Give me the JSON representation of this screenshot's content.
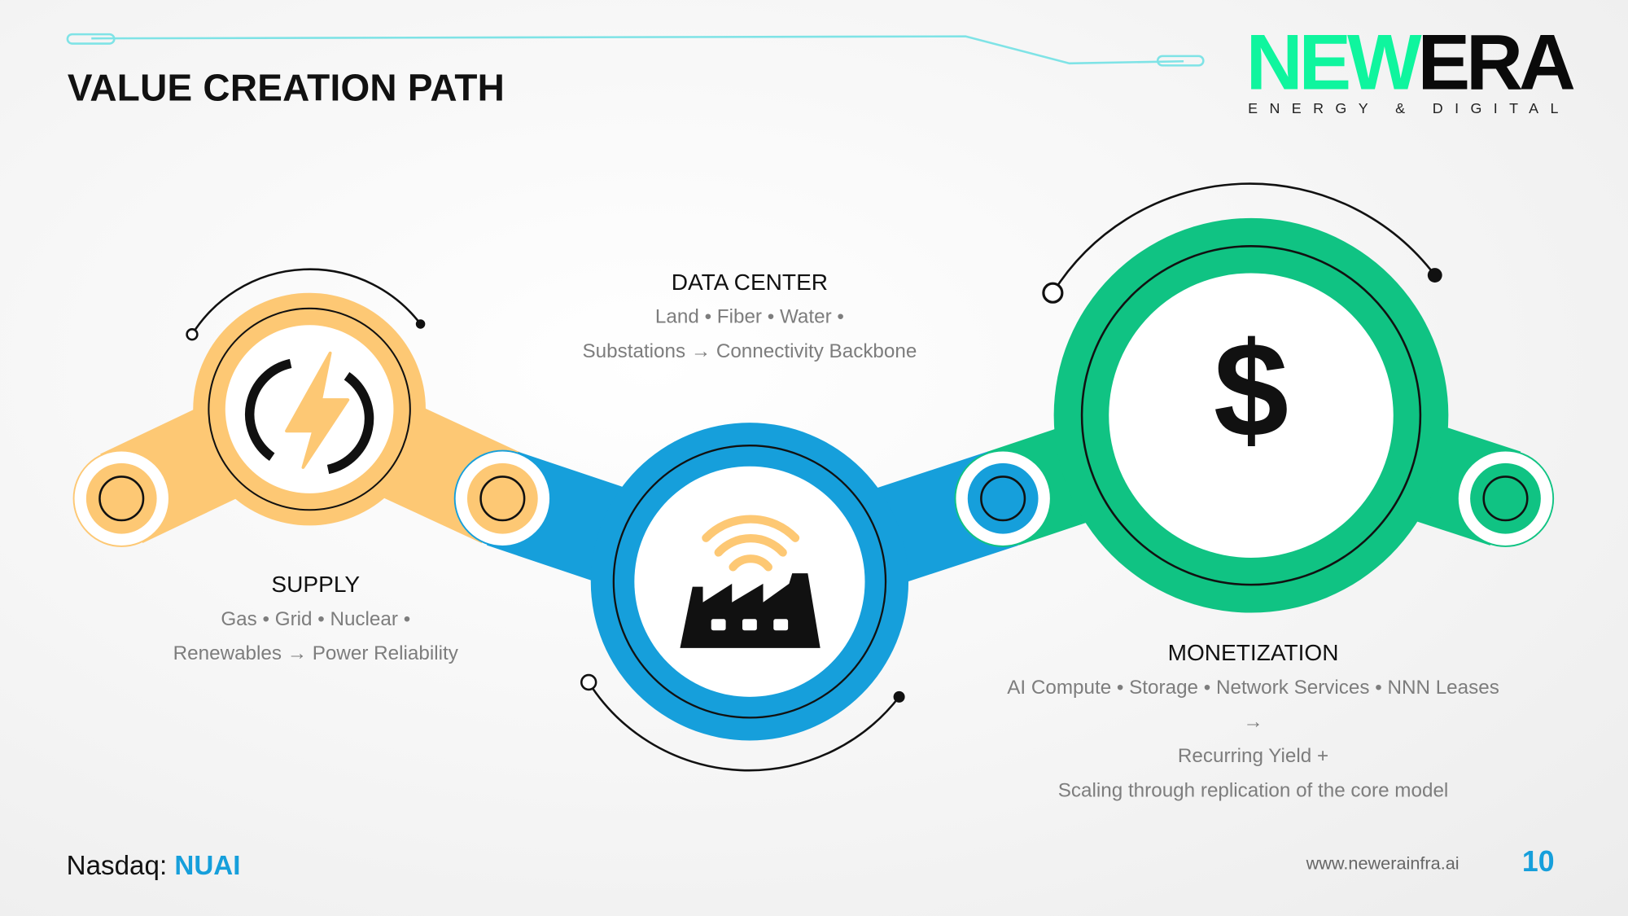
{
  "header": {
    "title": "VALUE CREATION PATH"
  },
  "logo": {
    "word_green": "NEW",
    "word_black": "ERA",
    "tagline": "ENERGY & DIGITAL"
  },
  "stages": [
    {
      "title": "SUPPLY",
      "line1": "Gas • Grid • Nuclear •",
      "line2": "Renewables → Power Reliability",
      "icon": "power-bolt-icon",
      "color": "#FDC874"
    },
    {
      "title": "DATA CENTER",
      "line1": "Land • Fiber • Water •",
      "line2": "Substations → Connectivity Backbone",
      "icon": "factory-wifi-icon",
      "color": "#169FDB"
    },
    {
      "title": "MONETIZATION",
      "line1": "AI Compute • Storage • Network Services • NNN Leases",
      "line2": "→",
      "line3": "Recurring Yield +",
      "line4": "Scaling through replication of the core model",
      "icon": "dollar-icon",
      "icon_text": "$",
      "color": "#10C383"
    }
  ],
  "footer": {
    "nasdaq_label": "Nasdaq:",
    "ticker": "NUAI",
    "url": "www.newerainfra.ai",
    "page": "10"
  }
}
